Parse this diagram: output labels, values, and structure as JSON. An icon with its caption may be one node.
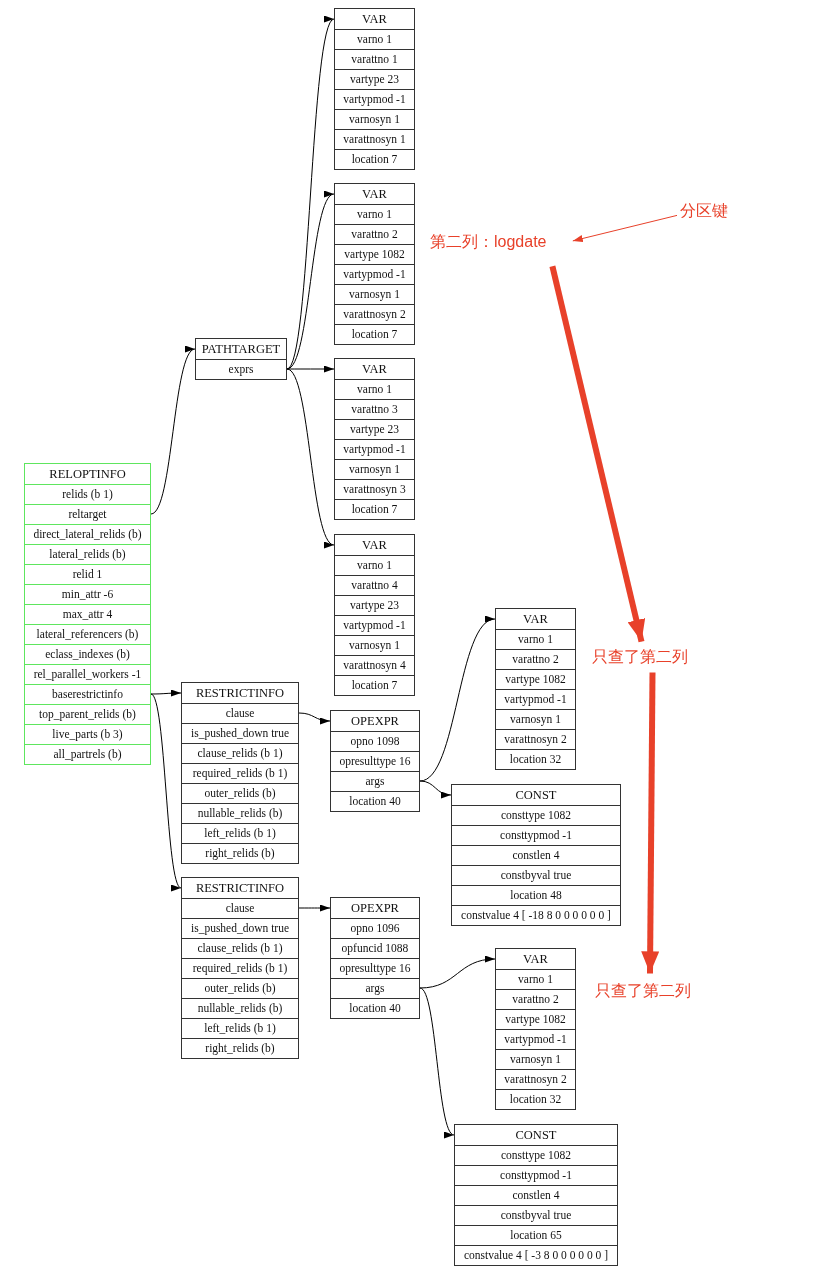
{
  "diagram": {
    "nodes": [
      {
        "text": [
          "RELOPTINFO",
          "relids (b 1)",
          "reltarget",
          "direct_lateral_relids (b)",
          "lateral_relids (b)",
          "relid 1",
          "min_attr -6",
          "max_attr 4",
          "lateral_referencers (b)",
          "eclass_indexes (b)",
          "rel_parallel_workers -1",
          "baserestrictinfo",
          "top_parent_relids (b)",
          "live_parts (b 3)",
          "all_partrels (b)"
        ]
      },
      {
        "text": [
          "PATHTARGET",
          "exprs"
        ]
      },
      {
        "text": [
          "VAR",
          "varno 1",
          "varattno 1",
          "vartype 23",
          "vartypmod -1",
          "varnosyn 1",
          "varattnosyn 1",
          "location 7"
        ]
      },
      {
        "text": [
          "VAR",
          "varno 1",
          "varattno 2",
          "vartype 1082",
          "vartypmod -1",
          "varnosyn 1",
          "varattnosyn 2",
          "location 7"
        ]
      },
      {
        "text": [
          "VAR",
          "varno 1",
          "varattno 3",
          "vartype 23",
          "vartypmod -1",
          "varnosyn 1",
          "varattnosyn 3",
          "location 7"
        ]
      },
      {
        "text": [
          "VAR",
          "varno 1",
          "varattno 4",
          "vartype 23",
          "vartypmod -1",
          "varnosyn 1",
          "varattnosyn 4",
          "location 7"
        ]
      },
      {
        "text": [
          "RESTRICTINFO",
          "clause",
          "is_pushed_down true",
          "clause_relids (b 1)",
          "required_relids (b 1)",
          "outer_relids (b)",
          "nullable_relids (b)",
          "left_relids (b 1)",
          "right_relids (b)"
        ]
      },
      {
        "text": [
          "OPEXPR",
          "opno 1098",
          "opresulttype 16",
          "args",
          "location 40"
        ]
      },
      {
        "text": [
          "VAR",
          "varno 1",
          "varattno 2",
          "vartype 1082",
          "vartypmod -1",
          "varnosyn 1",
          "varattnosyn 2",
          "location 32"
        ]
      },
      {
        "text": [
          "CONST",
          "consttype 1082",
          "consttypmod -1",
          "constlen 4",
          "constbyval true",
          "location 48",
          "constvalue 4 [ -18 8 0 0 0 0 0 0 ]"
        ]
      },
      {
        "text": [
          "RESTRICTINFO",
          "clause",
          "is_pushed_down true",
          "clause_relids (b 1)",
          "required_relids (b 1)",
          "outer_relids (b)",
          "nullable_relids (b)",
          "left_relids (b 1)",
          "right_relids (b)"
        ]
      },
      {
        "text": [
          "OPEXPR",
          "opno 1096",
          "opfuncid 1088",
          "opresulttype 16",
          "args",
          "location 40"
        ]
      },
      {
        "text": [
          "VAR",
          "varno 1",
          "varattno 2",
          "vartype 1082",
          "vartypmod -1",
          "varnosyn 1",
          "varattnosyn 2",
          "location 32"
        ]
      },
      {
        "text": [
          "CONST",
          "consttype 1082",
          "consttypmod -1",
          "constlen 4",
          "constbyval true",
          "location 65",
          "constvalue 4 [ -3 8 0 0 0 0 0 0 ]"
        ]
      },
      {
        "text": [
          "分区键"
        ]
      },
      {
        "text": [
          "第二列：logdate"
        ]
      },
      {
        "text": [
          "只查了第二列"
        ]
      },
      {
        "text": [
          "只查了第二列"
        ]
      }
    ],
    "edges": [
      {
        "from": 0,
        "to": 1,
        "arrow": "to"
      },
      {
        "from": 1,
        "to": 2,
        "arrow": "to"
      },
      {
        "from": 1,
        "to": 3,
        "arrow": "to"
      },
      {
        "from": 1,
        "to": 4,
        "arrow": "to"
      },
      {
        "from": 1,
        "to": 5,
        "arrow": "to"
      },
      {
        "from": 0,
        "to": 6,
        "arrow": "to"
      },
      {
        "from": 0,
        "to": 10,
        "arrow": "to"
      },
      {
        "from": 6,
        "to": 7,
        "arrow": "to"
      },
      {
        "from": 7,
        "to": 8,
        "arrow": "to"
      },
      {
        "from": 7,
        "to": 9,
        "arrow": "to"
      },
      {
        "from": 10,
        "to": 11,
        "arrow": "to"
      },
      {
        "from": 11,
        "to": 12,
        "arrow": "to"
      },
      {
        "from": 11,
        "to": 13,
        "arrow": "to"
      },
      {
        "from": 14,
        "to": 15,
        "arrow": "to",
        "color": "#e8412a"
      },
      {
        "from": 15,
        "to": 16,
        "arrow": "to",
        "style": "thick",
        "color": "#e8412a"
      },
      {
        "from": 16,
        "to": 17,
        "arrow": "to",
        "style": "thick",
        "color": "#e8412a"
      }
    ]
  }
}
